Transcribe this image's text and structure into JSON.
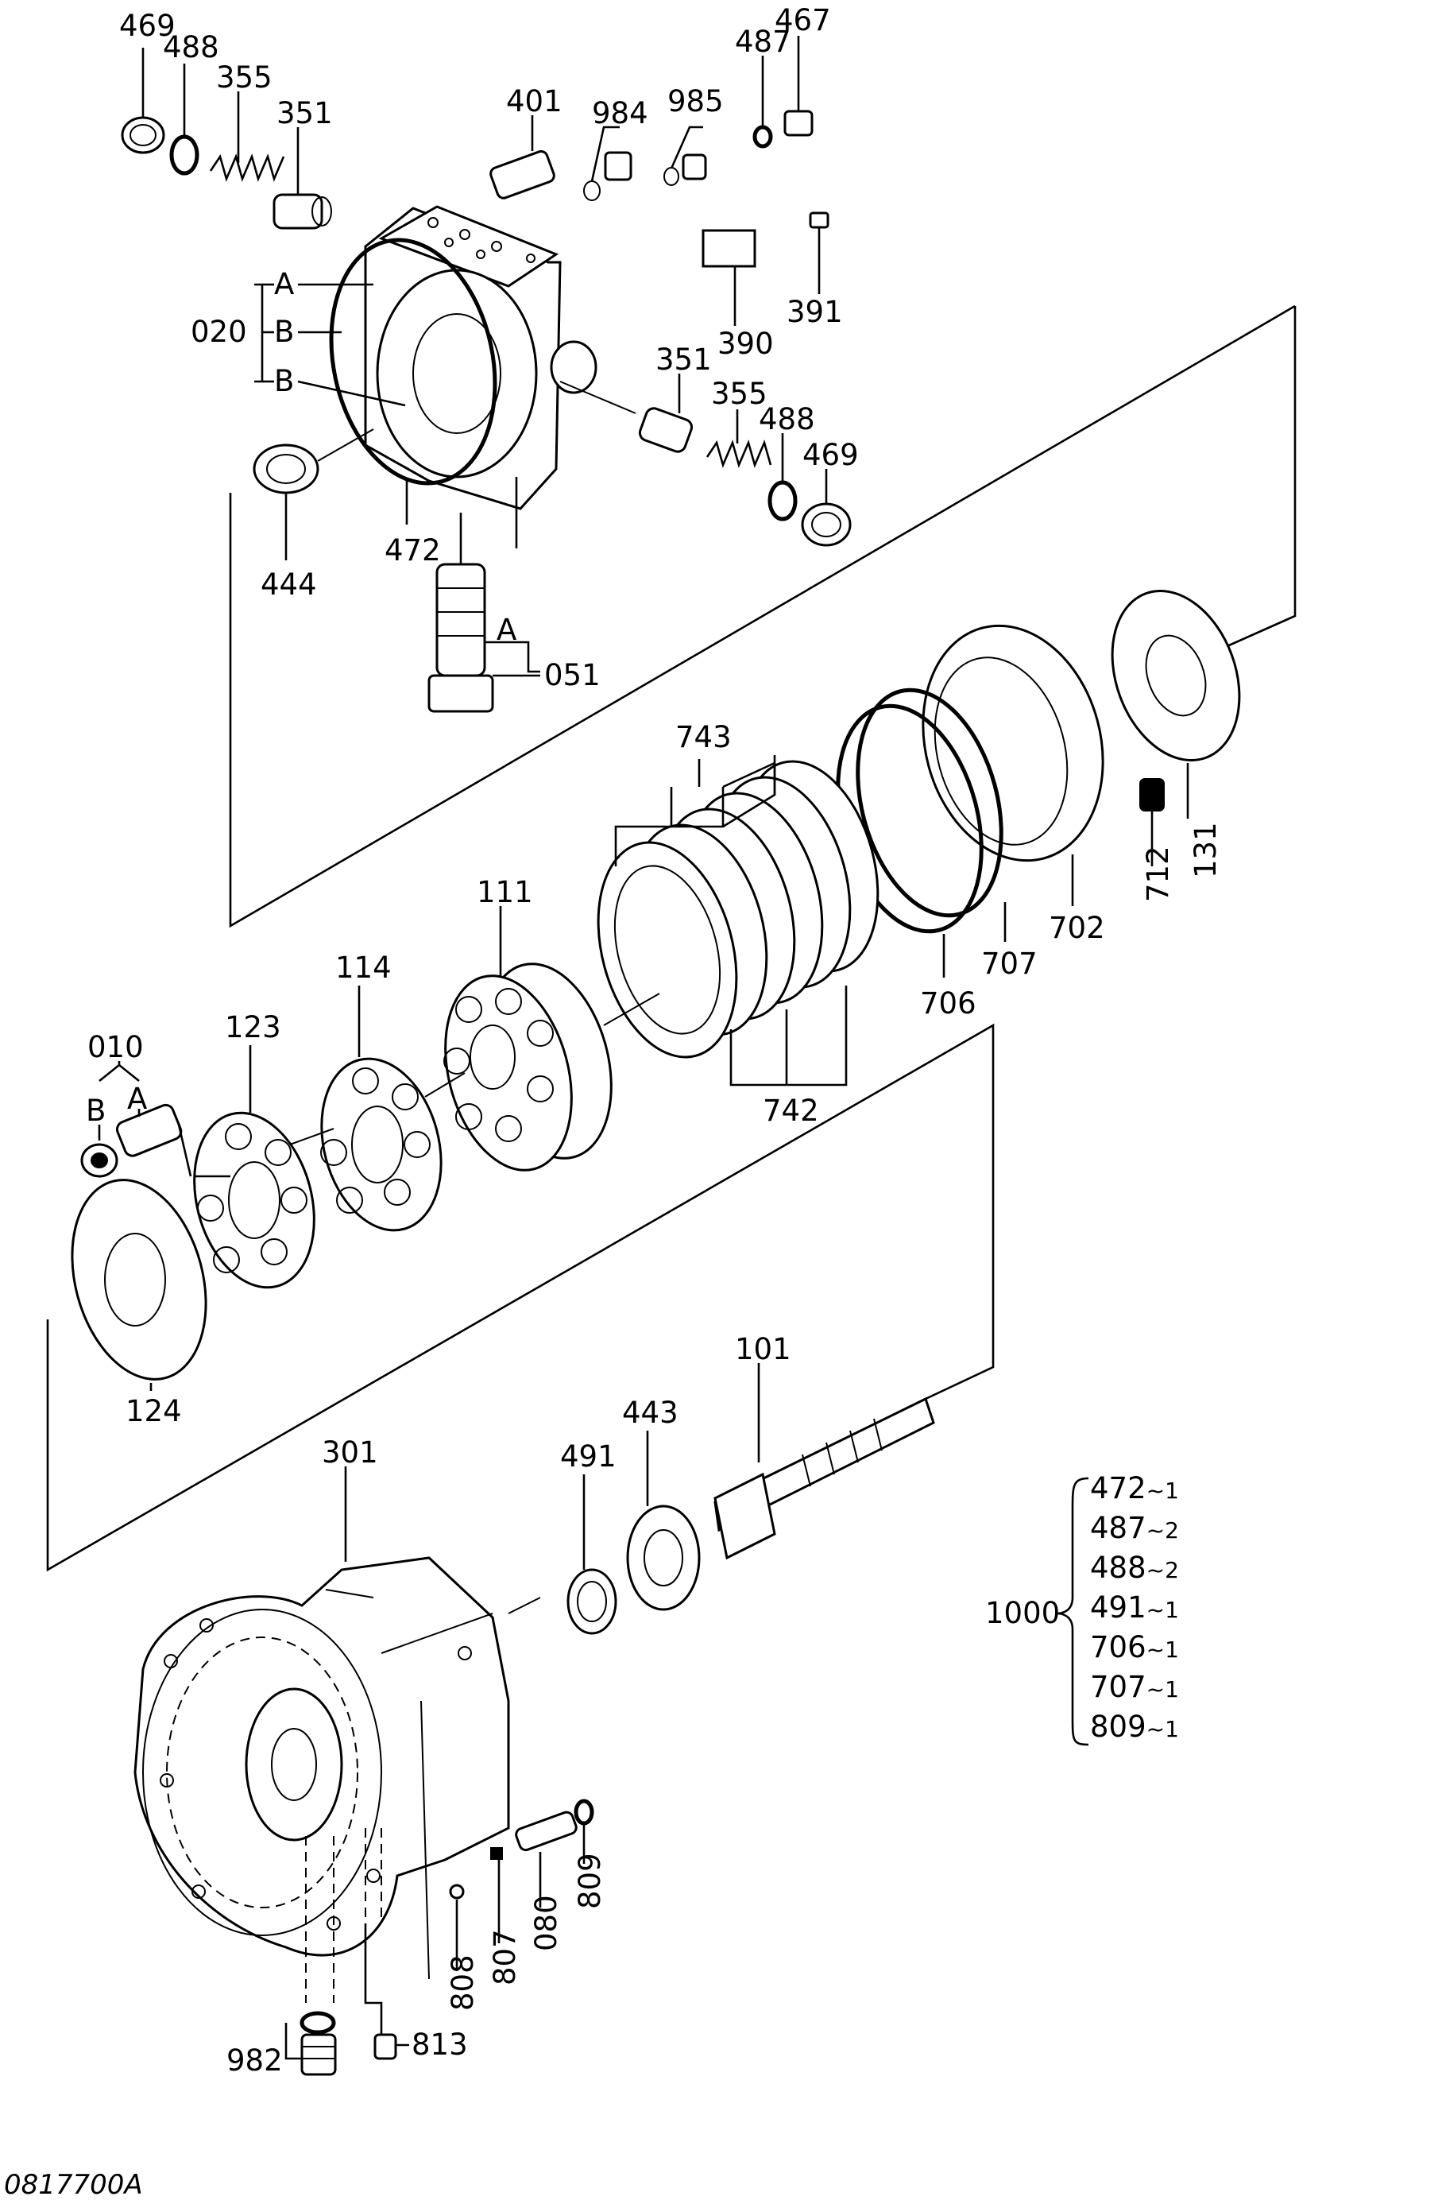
{
  "diagram": {
    "drawing_code": "0817700A",
    "part_labels": {
      "p469_top": "469",
      "p488_top": "488",
      "p355_top": "355",
      "p351_top": "351",
      "p401": "401",
      "p984": "984",
      "p985": "985",
      "p487": "487",
      "p467": "467",
      "p391": "391",
      "p390": "390",
      "p020": "020",
      "p351_mid": "351",
      "p355_mid": "355",
      "p488_mid": "488",
      "p469_mid": "469",
      "p444": "444",
      "p472": "472",
      "p051": "051",
      "p743": "743",
      "p131": "131",
      "p712": "712",
      "p702": "702",
      "p707": "707",
      "p706": "706",
      "p742": "742",
      "p111": "111",
      "p114": "114",
      "p123": "123",
      "p010": "010",
      "p124": "124",
      "p101": "101",
      "p443": "443",
      "p491": "491",
      "p301": "301",
      "p1000": "1000",
      "p809": "809",
      "p080": "080",
      "p807": "807",
      "p808": "808",
      "p982": "982",
      "p813": "813"
    },
    "callout_letters": {
      "a_020": "A",
      "b1_020": "B",
      "b2_020": "B",
      "a_051": "A",
      "a_010": "A",
      "b_010": "B"
    },
    "kit_1000": {
      "items": [
        {
          "part": "472",
          "qty": "~1"
        },
        {
          "part": "487",
          "qty": "~2"
        },
        {
          "part": "488",
          "qty": "~2"
        },
        {
          "part": "491",
          "qty": "~1"
        },
        {
          "part": "706",
          "qty": "~1"
        },
        {
          "part": "707",
          "qty": "~1"
        },
        {
          "part": "809",
          "qty": "~1"
        }
      ]
    }
  }
}
